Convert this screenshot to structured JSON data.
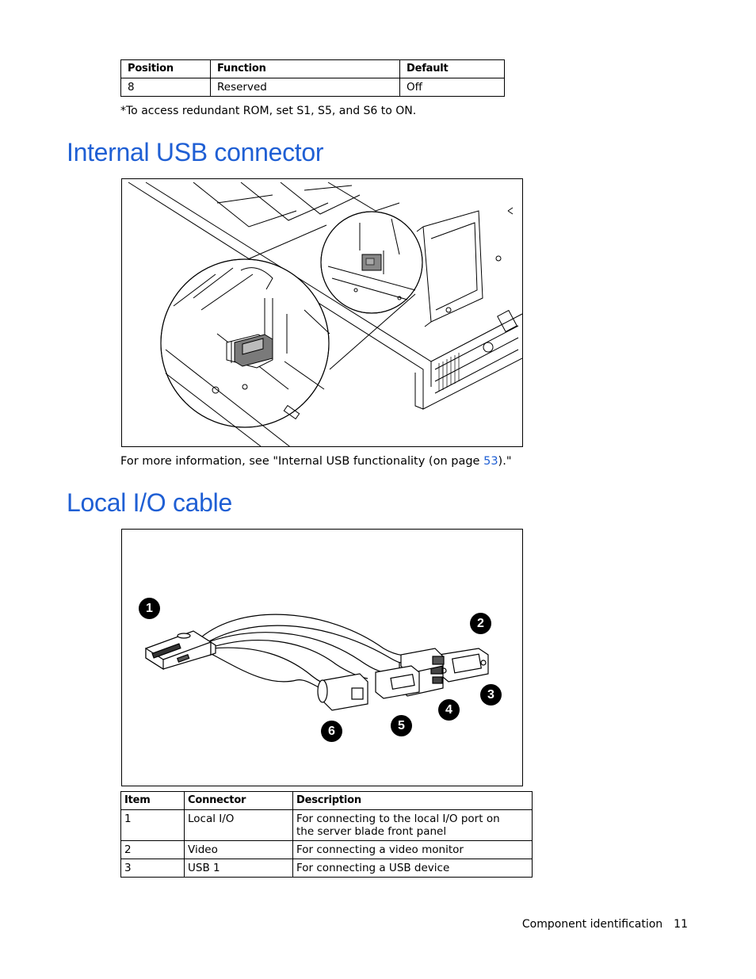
{
  "top_table": {
    "headers": [
      "Position",
      "Function",
      "Default"
    ],
    "rows": [
      [
        "8",
        "Reserved",
        "Off"
      ]
    ]
  },
  "footnote": "*To access redundant ROM, set S1, S5, and S6 to ON.",
  "section1": {
    "title": "Internal USB connector",
    "info_prefix": "For more information, see \"Internal USB functionality (on page ",
    "info_link": "53",
    "info_suffix": ").\""
  },
  "section2": {
    "title": "Local I/O cable",
    "callouts": [
      "1",
      "2",
      "3",
      "4",
      "5",
      "6"
    ]
  },
  "cable_table": {
    "headers": [
      "Item",
      "Connector",
      "Description"
    ],
    "rows": [
      [
        "1",
        "Local I/O",
        "For connecting to the local I/O port on the server blade front panel"
      ],
      [
        "2",
        "Video",
        "For connecting a video monitor"
      ],
      [
        "3",
        "USB 1",
        "For connecting a USB device"
      ]
    ]
  },
  "footer": {
    "section": "Component identification",
    "page": "11"
  }
}
